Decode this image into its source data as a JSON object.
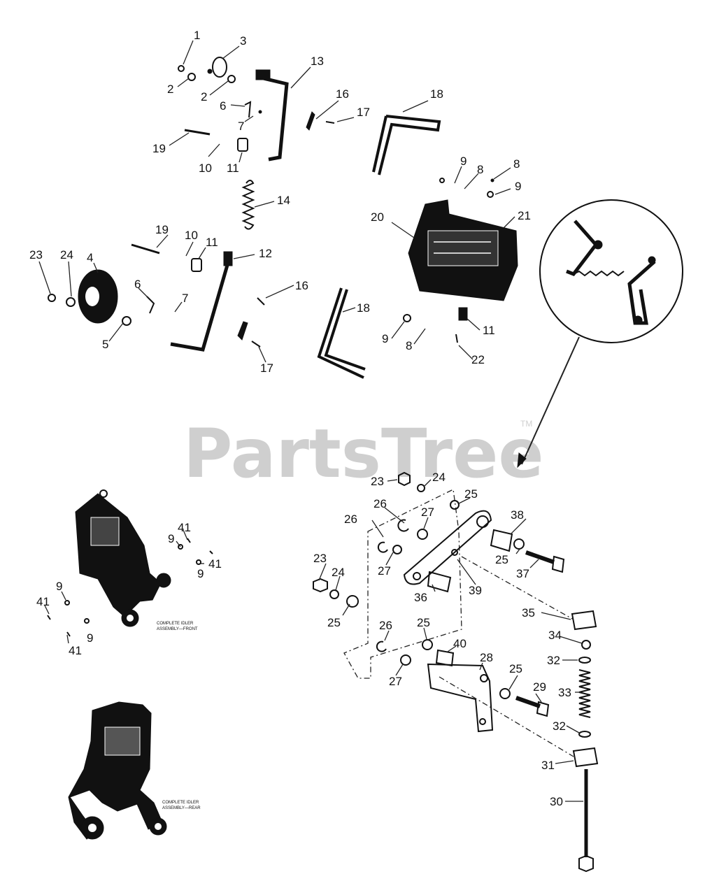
{
  "watermark": {
    "text": "PartsTree",
    "tm": "TM"
  },
  "callouts": {
    "c1": "1",
    "c2a": "2",
    "c2b": "2",
    "c3": "3",
    "c4": "4",
    "c5": "5",
    "c6a": "6",
    "c6b": "6",
    "c7a": "7",
    "c7b": "7",
    "c8a": "8",
    "c8b": "8",
    "c8c": "8",
    "c9a": "9",
    "c9b": "9",
    "c9c": "9",
    "c10a": "10",
    "c10b": "10",
    "c11a": "11",
    "c11b": "11",
    "c11c": "11",
    "c12": "12",
    "c13": "13",
    "c14": "14",
    "c16a": "16",
    "c16b": "16",
    "c17a": "17",
    "c17b": "17",
    "c18a": "18",
    "c18b": "18",
    "c19a": "19",
    "c19b": "19",
    "c20": "20",
    "c21": "21",
    "c22": "22",
    "c23a": "23",
    "c24a": "24",
    "d23a": "23",
    "d24a": "24",
    "d25a": "25",
    "d26a": "26",
    "d27a": "27",
    "d38": "38",
    "d26b": "26",
    "d25b": "25",
    "d37": "37",
    "d23b": "23",
    "d24b": "24",
    "d27b": "27",
    "d39": "39",
    "d36": "36",
    "d25c": "25",
    "d35": "35",
    "d34": "34",
    "d26c": "26",
    "d25d": "25",
    "d40": "40",
    "d32a": "32",
    "d28": "28",
    "d25e": "25",
    "d33": "33",
    "d27c": "27",
    "d29": "29",
    "d32b": "32",
    "d31": "31",
    "d30": "30",
    "f41a": "41",
    "f9a": "9",
    "f41b": "41",
    "f9b": "9",
    "f9c": "9",
    "f41c": "41",
    "f9d": "9",
    "f41d": "41"
  },
  "captions": {
    "front_l1": "COMPLETE IDLER",
    "front_l2": "ASSEMBLY—FRONT",
    "rear_l1": "COMPLETE IDLER",
    "rear_l2": "ASSEMBLY—REAR"
  }
}
